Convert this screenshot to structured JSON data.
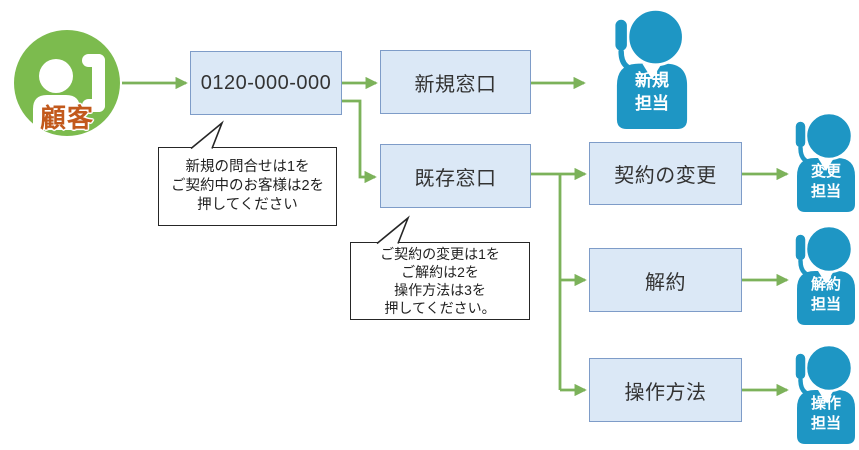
{
  "colors": {
    "box_fill": "#dbe8f6",
    "box_border": "#7e9cc8",
    "arrow_green": "#7cb25a",
    "customer_green": "#7cbb4e",
    "agent_blue": "#1e96c4",
    "customer_label_orange": "#c2591c"
  },
  "customer": {
    "label": "顧客"
  },
  "boxes": {
    "phone": "0120-000-000",
    "new_window": "新規窓口",
    "existing_window": "既存窓口",
    "contract_change": "契約の変更",
    "cancel": "解約",
    "operation": "操作方法"
  },
  "callouts": {
    "new_inquiry": "新規の問合せは1を\nご契約中のお客様は2を\n押してください",
    "existing_menu": "ご契約の変更は1を\nご解約は2を\n操作方法は3を\n押してください。"
  },
  "agents": {
    "new": "新規\n担当",
    "change": "変更\n担当",
    "cancel": "解約\n担当",
    "operation": "操作\n担当"
  }
}
